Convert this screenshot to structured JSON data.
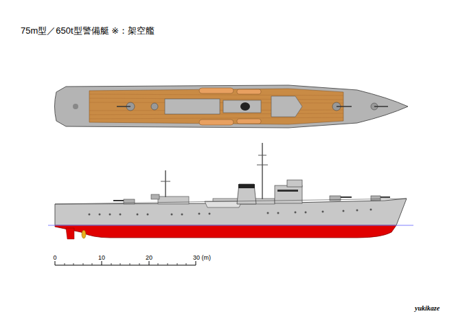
{
  "diagram": {
    "title": "75m型／650t型警備艇 ※：架空艦",
    "labels": [
      "0",
      "10",
      "20",
      "30 (m)",
      "yukikaze"
    ]
  }
}
